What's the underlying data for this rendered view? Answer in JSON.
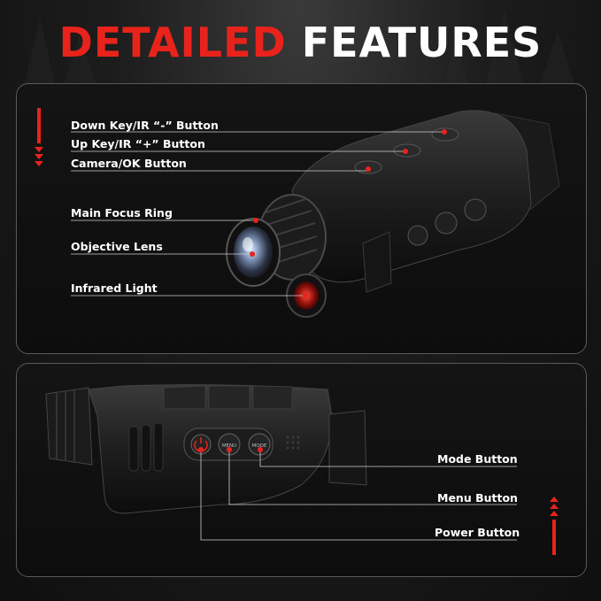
{
  "title": {
    "part1": "DETAILED",
    "part2": "FEATURES"
  },
  "top_panel": {
    "labels": [
      "Down Key/IR “-” Button",
      "Up Key/IR “+” Button",
      "Camera/OK Button",
      "Main Focus Ring",
      "Objective Lens",
      "Infrared  Light"
    ]
  },
  "bottom_panel": {
    "labels": [
      "Mode Button",
      "Menu Button",
      "Power Button"
    ],
    "device_buttons": {
      "menu": "MENU",
      "mode": "MODE"
    }
  },
  "colors": {
    "accent": "#e8231b",
    "text": "#ffffff",
    "panel_border": "#5a5a5a"
  }
}
